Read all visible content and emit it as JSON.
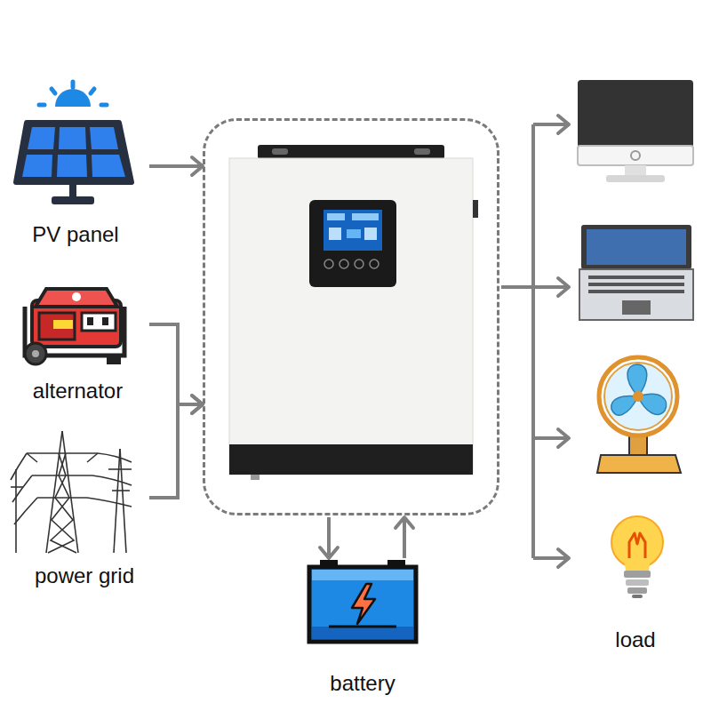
{
  "diagram": {
    "nodes": [
      {
        "text": [
          "PV panel"
        ]
      },
      {
        "text": [
          "alternator"
        ]
      },
      {
        "text": [
          "power grid"
        ]
      },
      {
        "text": []
      },
      {
        "text": [
          "battery"
        ]
      },
      {
        "text": [
          "load"
        ]
      }
    ],
    "edges": [
      {
        "from": 0,
        "to": 3,
        "arrow": "to"
      },
      {
        "from": 1,
        "to": 3,
        "arrow": "to"
      },
      {
        "from": 2,
        "to": 3,
        "arrow": "to"
      },
      {
        "from": 3,
        "to": 4,
        "arrow": "to"
      },
      {
        "from": 4,
        "to": 3,
        "arrow": "to"
      },
      {
        "from": 3,
        "to": 5,
        "arrow": "to"
      }
    ]
  }
}
